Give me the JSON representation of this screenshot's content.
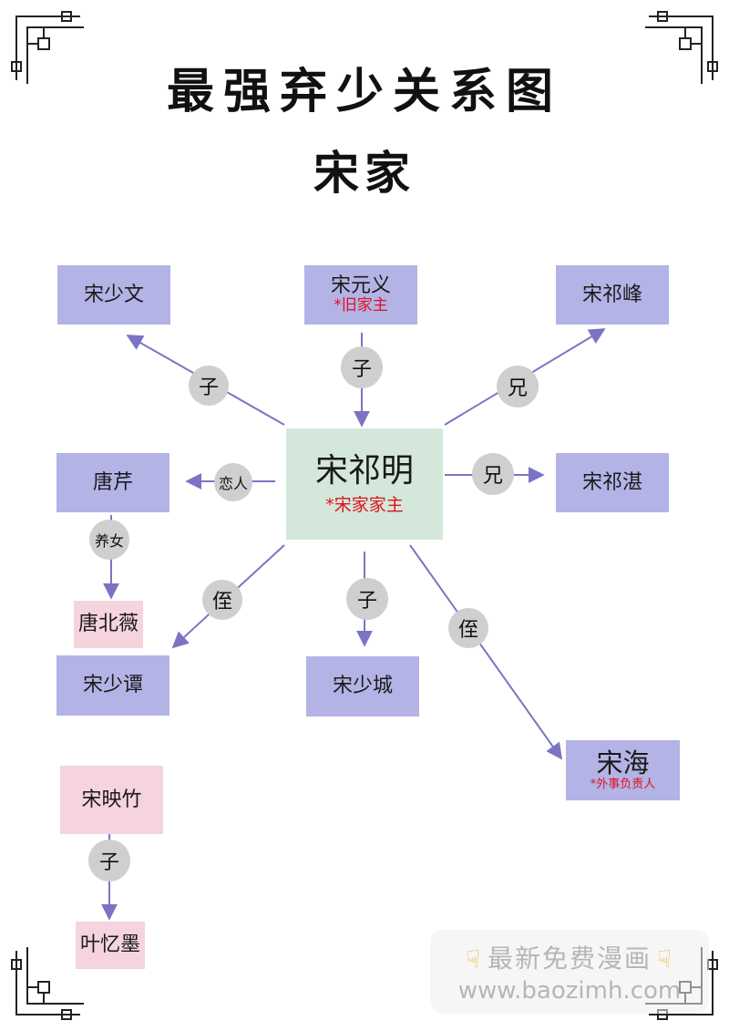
{
  "title": "最强弃少关系图",
  "subtitle": "宋家",
  "center": {
    "name": "宋祁明",
    "note": "*宋家家主"
  },
  "nodes": {
    "shaowen": "宋少文",
    "yuanyi": {
      "name": "宋元义",
      "note": "*旧家主"
    },
    "qifeng": "宋祁峰",
    "tangqian": "唐芹",
    "qizhan": "宋祁湛",
    "tangbeiwei": "唐北薇",
    "shaotan": "宋少谭",
    "shaocheng": "宋少城",
    "songhai": {
      "name": "宋海",
      "note": "*外事负责人"
    },
    "yingzhu": "宋映竹",
    "yimo": "叶忆墨"
  },
  "relations": {
    "shaowen": "子",
    "yuanyi": "子",
    "qifeng": "兄",
    "tangqian": "恋人",
    "qizhan": "兄",
    "tangbeiwei": "养女",
    "shaotan": "侄",
    "shaocheng": "子",
    "songhai": "侄",
    "yimo": "子"
  },
  "watermark": {
    "line1": "最新免费漫画",
    "line2": "www.baozimh.com"
  },
  "colors": {
    "node_purple": "#b3b3e6",
    "node_pink": "#f5d3df",
    "node_green": "#d3e8da",
    "arrow": "#7b74c4",
    "badge": "#cfcfcf",
    "note_red": "#e0121e"
  }
}
